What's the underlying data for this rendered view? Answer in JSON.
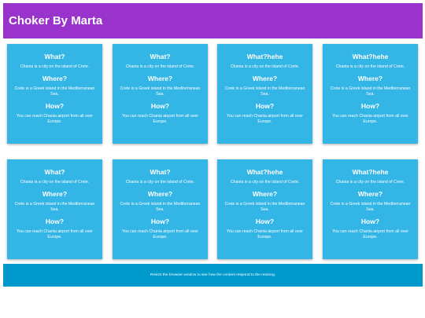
{
  "header": {
    "title": "Choker By Marta"
  },
  "rows": [
    {
      "cards": [
        {
          "q1": "What?",
          "a1": "Chania is a city on the island of Crete.",
          "q2": "Where?",
          "a2": "Crete is a Greek island in the Mediterranean Sea.",
          "q3": "How?",
          "a3": "You can reach Chania airport from all over Europe."
        },
        {
          "q1": "What?",
          "a1": "Chania is a city on the island of Crete.",
          "q2": "Where?",
          "a2": "Crete is a Greek island in the Mediterranean Sea.",
          "q3": "How?",
          "a3": "You can reach Chania airport from all over Europe."
        },
        {
          "q1": "What?hehe",
          "a1": "Chania is a city on the island of Crete.",
          "q2": "Where?",
          "a2": "Crete is a Greek island in the Mediterranean Sea.",
          "q3": "How?",
          "a3": "You can reach Chania airport from all over Europe."
        },
        {
          "q1": "What?hehe",
          "a1": "Chania is a city on the island of Crete.",
          "q2": "Where?",
          "a2": "Crete is a Greek island in the Mediterranean Sea.",
          "q3": "How?",
          "a3": "You can reach Chania airport from all over Europe."
        }
      ]
    },
    {
      "cards": [
        {
          "q1": "What?",
          "a1": "Chania is a city on the island of Crete.",
          "q2": "Where?",
          "a2": "Crete is a Greek island in the Mediterranean Sea.",
          "q3": "How?",
          "a3": "You can reach Chania airport from all over Europe."
        },
        {
          "q1": "What?",
          "a1": "Chania is a city on the island of Crete.",
          "q2": "Where?",
          "a2": "Crete is a Greek island in the Mediterranean Sea.",
          "q3": "How?",
          "a3": "You can reach Chania airport from all over Europe."
        },
        {
          "q1": "What?hehe",
          "a1": "Chania is a city on the island of Crete.",
          "q2": "Where?",
          "a2": "Crete is a Greek island in the Mediterranean Sea.",
          "q3": "How?",
          "a3": "You can reach Chania airport from all over Europe."
        },
        {
          "q1": "What?hehe",
          "a1": "Chania is a city on the island of Crete.",
          "q2": "Where?",
          "a2": "Crete is a Greek island in the Mediterranean Sea.",
          "q3": "How?",
          "a3": "You can reach Chania airport from all over Europe."
        }
      ]
    }
  ],
  "footer": {
    "text": "Resize the browser window to see how the content respond to the resizing."
  },
  "colors": {
    "header": "#9933cc",
    "card": "#33b5e5",
    "footer": "#0099cc"
  }
}
